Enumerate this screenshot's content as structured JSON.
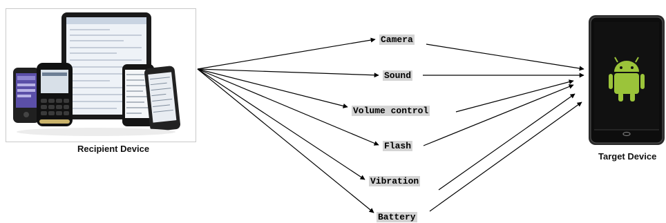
{
  "recipient": {
    "caption": "Recipient Device"
  },
  "target": {
    "caption": "Target Device",
    "logo": "android-robot-icon",
    "accent": "#9bc43a"
  },
  "features": [
    {
      "label": "Camera"
    },
    {
      "label": "Sound"
    },
    {
      "label": "Volume control"
    },
    {
      "label": "Flash"
    },
    {
      "label": "Vibration"
    },
    {
      "label": "Battery"
    }
  ],
  "colors": {
    "label_bg": "#d4d4d4",
    "arrow": "#000000",
    "screen": "#0d0d0d"
  }
}
